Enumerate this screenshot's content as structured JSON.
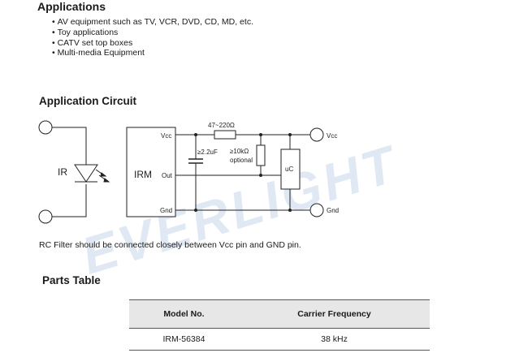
{
  "applications": {
    "title": "Applications",
    "items": [
      "AV equipment such as TV, VCR, DVD, CD, MD, etc.",
      "Toy applications",
      "CATV set top boxes",
      "Multi-media Equipment"
    ]
  },
  "circuit": {
    "title": "Application Circuit",
    "ir_label": "IR",
    "irm_label": "IRM",
    "vcc_pin": "Vcc",
    "out_pin": "Out",
    "gnd_pin": "Gnd",
    "resistor_value": "47~220Ω",
    "capacitor_value": "≥2.2uF",
    "pullup_value": "≥10kΩ",
    "pullup_note": "optional",
    "uc_label": "uC",
    "vcc_terminal": "Vcc",
    "gnd_terminal": "Gnd",
    "note": "RC Filter should be connected closely between Vcc pin and GND pin."
  },
  "parts_table": {
    "title": "Parts Table",
    "headers": [
      "Model No.",
      "Carrier Frequency"
    ],
    "rows": [
      [
        "IRM-56384",
        "38 kHz"
      ]
    ]
  },
  "watermark": "EVERLIGHT"
}
